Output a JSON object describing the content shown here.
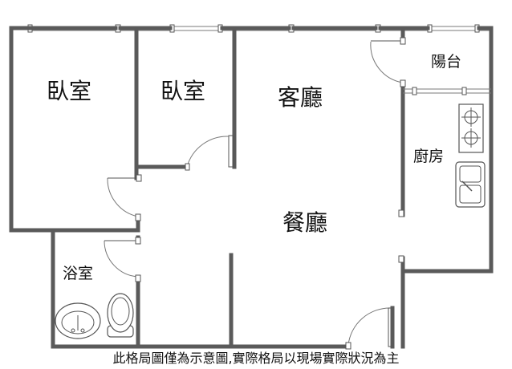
{
  "rooms": {
    "bedroom_1": "臥室",
    "bedroom_2": "臥室",
    "living_room": "客廳",
    "balcony": "陽台",
    "kitchen": "廚房",
    "dining_room": "餐廳",
    "bathroom": "浴室"
  },
  "disclaimer": "此格局圖僅為示意圖,實際格局以現場實際狀況為主",
  "colors": {
    "wall": "#5a5a5a",
    "text": "#111111",
    "background": "#ffffff"
  },
  "fixtures": [
    "stove-icon",
    "kitchen-sink-icon",
    "washbasin-icon",
    "toilet-icon"
  ]
}
